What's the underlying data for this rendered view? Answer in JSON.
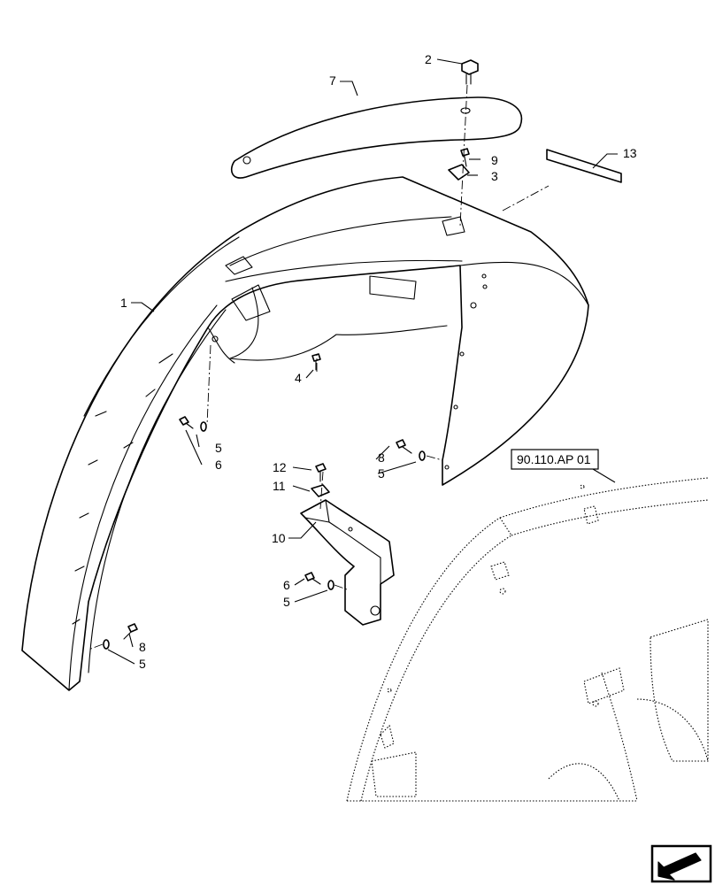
{
  "callouts": {
    "c1": "1",
    "c2": "2",
    "c3": "3",
    "c4": "4",
    "c5a": "5",
    "c5b": "5",
    "c5c": "5",
    "c5d": "5",
    "c6a": "6",
    "c6b": "6",
    "c7": "7",
    "c8a": "8",
    "c8b": "8",
    "c9": "9",
    "c10": "10",
    "c11": "11",
    "c12": "12",
    "c13": "13"
  },
  "reference": {
    "label": "90.110.AP 01"
  },
  "icons": {
    "nav": "arrow-back-icon"
  }
}
